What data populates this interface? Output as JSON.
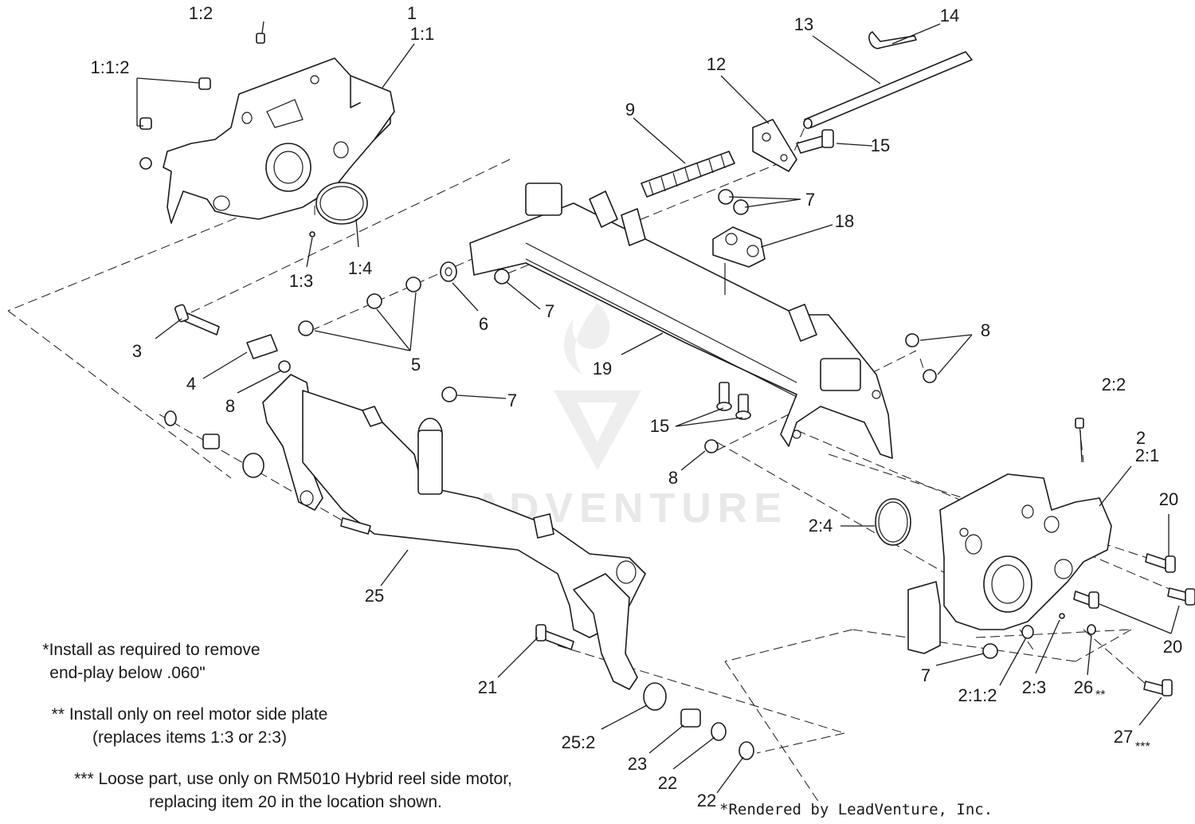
{
  "watermark": "LEADVENTURE",
  "credit": "*Rendered by LeadVenture, Inc.",
  "notes": {
    "n1_line1": "*Install as required to remove",
    "n1_line2": "end-play below .060\"",
    "n2_line1": "** Install only on reel motor side plate",
    "n2_line2": "(replaces items 1:3 or 2:3)",
    "n3_line1": "*** Loose part, use only on RM5010 Hybrid reel side motor,",
    "n3_line2": "replacing item 20 in the location shown."
  },
  "callouts": {
    "c1": "1",
    "c1_1": "1:1",
    "c1_2": "1:2",
    "c1_1_2": "1:1:2",
    "c1_3": "1:3",
    "c1_4": "1:4",
    "c2": "2",
    "c2_1": "2:1",
    "c2_2": "2:2",
    "c2_4": "2:4",
    "c2_1_2": "2:1:2",
    "c2_3": "2:3",
    "c3": "3",
    "c4": "4",
    "c5": "5",
    "c6": "6",
    "c7a": "7",
    "c7b": "7",
    "c7c": "7",
    "c7d": "7",
    "c8a": "8",
    "c8b": "8",
    "c8c": "8",
    "c9": "9",
    "c12": "12",
    "c13": "13",
    "c14": "14",
    "c15a": "15",
    "c15b": "15",
    "c18": "18",
    "c19": "19",
    "c20a": "20",
    "c20b": "20",
    "c21": "21",
    "c22a": "22",
    "c22b": "22",
    "c23": "23",
    "c25": "25",
    "c25_2": "25:2",
    "c26": "26",
    "c26_mark": "**",
    "c27": "27",
    "c27_mark": "***"
  }
}
